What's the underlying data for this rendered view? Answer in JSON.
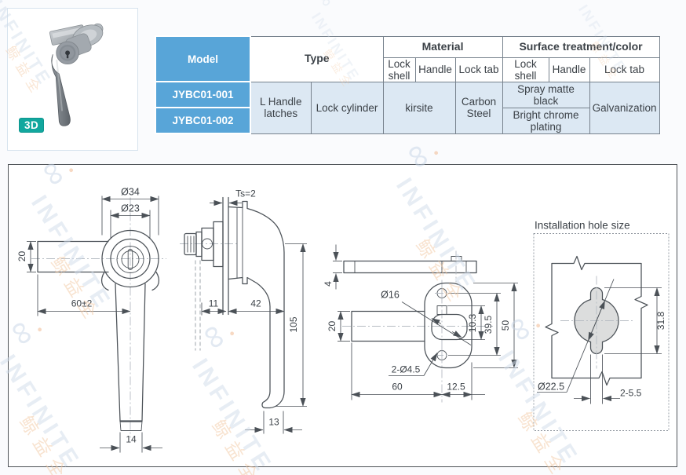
{
  "colors": {
    "accent_blue": "#58a5d8",
    "row_blue": "#dce8f3",
    "badge_teal": "#12a79e",
    "line_dark": "#4b5157",
    "watermark_blue": "#d0dcea",
    "watermark_orange": "#f3c9a3"
  },
  "product_card": {
    "badge": "3D"
  },
  "watermark": {
    "brand": "INFINITE",
    "brand_cn": "鲸益全",
    "logo_glyph": "∞",
    "logo_dot": "●"
  },
  "spec_table": {
    "headers": {
      "model": "Model",
      "type": "Type",
      "material": "Material",
      "surface": "Surface treatment/color",
      "lock_shell": "Lock shell",
      "handle": "Handle",
      "lock_tab": "Lock tab"
    },
    "rows": {
      "model_1": "JYBC01-001",
      "model_2": "JYBC01-002",
      "type_handle": "L Handle latches",
      "type_cylinder": "Lock cylinder",
      "material_shell_handle": "kirsite",
      "material_tab": "Carbon Steel",
      "surface_shell_handle_1": "Spray matte black",
      "surface_shell_handle_2": "Bright chrome plating",
      "surface_tab": "Galvanization"
    }
  },
  "drawings": {
    "front_view": {
      "flange_dia": "Ø34",
      "collar_dia": "Ø23",
      "arm_height": "20",
      "arm_length": "60±2",
      "grip_width": "14"
    },
    "side_view": {
      "panel_thickness": "Ts=2",
      "rear_depth": "11",
      "front_depth": "42",
      "overall_height": "105",
      "hook_depth": "13"
    },
    "tab_view": {
      "plate_thickness": "4",
      "boss_dia": "Ø16",
      "arm_height": "20",
      "hole_offset": "10.3",
      "hole_span": "39.5",
      "plate_height": "50",
      "hole_callout": "2-Ø4.5",
      "arm_length": "60",
      "edge_offset": "12.5"
    },
    "install_view": {
      "title": "Installation hole size",
      "hole_dia": "Ø22.5",
      "cutout_height": "31.8",
      "notch_width": "2-5.5"
    }
  }
}
